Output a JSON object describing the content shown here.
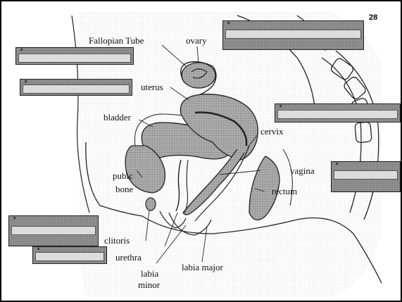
{
  "slide_number": "28",
  "diagram": {
    "labels": {
      "fallopian_tube": "Fallopian Tube",
      "ovary": "ovary",
      "uterus": "uterus",
      "bladder": "bladder",
      "cervix": "cervix",
      "pubic": "pubic",
      "bone": "bone",
      "vagina": "vagina",
      "rectum": "rectum",
      "clitoris": "clitoris",
      "urethra": "urethra",
      "labia": "labia",
      "minor": "minor",
      "labia_major": "labia major"
    }
  },
  "answer_fields": {
    "marker": "*",
    "boxes": [
      {
        "id": "top-right",
        "value": ""
      },
      {
        "id": "left-upper",
        "value": ""
      },
      {
        "id": "left-middle",
        "value": ""
      },
      {
        "id": "right-upper",
        "value": ""
      },
      {
        "id": "right-lower",
        "value": ""
      },
      {
        "id": "left-lower",
        "value": ""
      },
      {
        "id": "bottom-left",
        "value": ""
      }
    ]
  },
  "colors": {
    "box_fill": "#9a9a9a",
    "field_fill": "#dcdcdc",
    "diagram_line": "#222222"
  }
}
